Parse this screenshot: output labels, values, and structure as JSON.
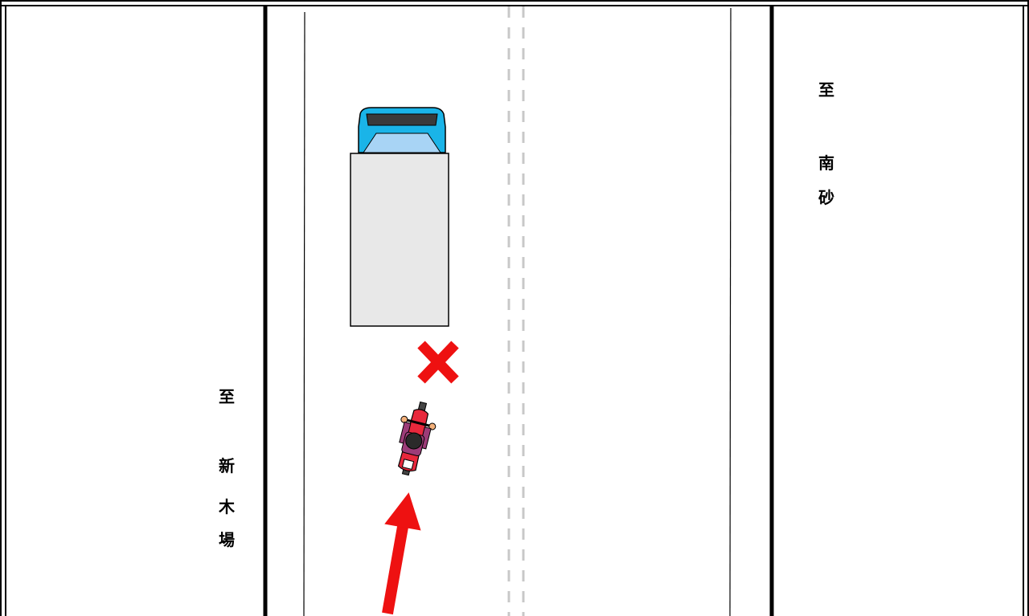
{
  "labels": {
    "left_destination": {
      "to": "至",
      "c1": "新",
      "c2": "木",
      "c3": "場"
    },
    "right_destination": {
      "to": "至",
      "c1": "南",
      "c2": "砂"
    }
  },
  "colors": {
    "truck_cab": "#1ab4e8",
    "truck_windshield": "#a8d4f5",
    "truck_cargo": "#e8e8e8",
    "motorcycle": "#e8283c",
    "rider": "#9c3c78",
    "mark": "#ee1111",
    "center_line": "#c8c8c8"
  },
  "icons": {
    "truck": "truck-icon",
    "motorcycle": "motorcycle-icon",
    "cross": "x-mark-icon",
    "arrow": "arrow-up-icon"
  }
}
